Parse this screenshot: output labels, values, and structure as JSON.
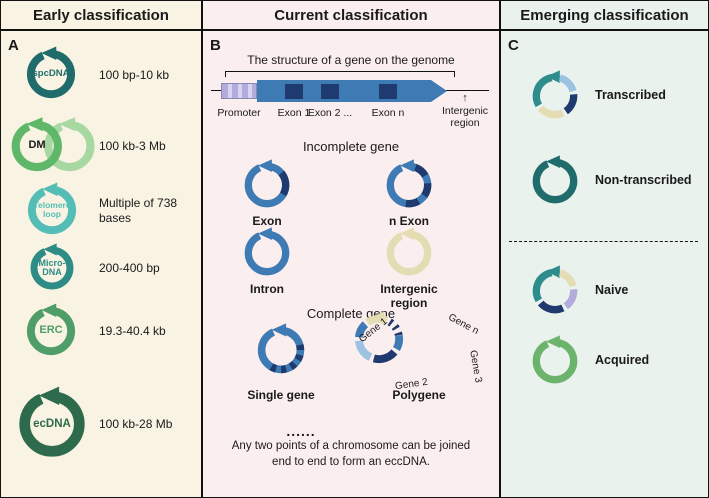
{
  "colors": {
    "ink": "#1a1a1a",
    "creambg": "#f8f3e2",
    "pinkbg": "#fbeeef",
    "mintbg": "#e9f2ec",
    "spcdna": "#206b6b",
    "dm1": "#5fb86a",
    "dm2": "#a7d8a2",
    "telomere": "#54bdb6",
    "microdna": "#2e8c87",
    "erc": "#4f9d68",
    "ecdna": "#2e6b4c",
    "green": "#6cb36c",
    "teal": "#2e8c8c",
    "blue": "#3e7ab4",
    "navy": "#1f3a6e",
    "lightblue": "#9cc3e2",
    "beige": "#e4dcb2",
    "lavender": "#b3abdc",
    "lavenderlight": "#d8d4ef"
  },
  "headers": {
    "early": "Early classification",
    "current": "Current classification",
    "emerging": "Emerging classification"
  },
  "panel_a": {
    "label": "A",
    "items": [
      {
        "name": "spcDNA",
        "size": "100 bp-10 kb"
      },
      {
        "name": "DM",
        "size": "100 kb-3 Mb"
      },
      {
        "name": "Telomere loop",
        "size": "Multiple of 738 bases"
      },
      {
        "name": "Micro-DNA",
        "size": "200-400 bp"
      },
      {
        "name": "ERC",
        "size": "19.3-40.4 kb"
      },
      {
        "name": "ecDNA",
        "size": "100 kb-28 Mb"
      }
    ]
  },
  "panel_b": {
    "label": "B",
    "structure_title": "The structure of a gene on the genome",
    "gene_labels": {
      "promoter": "Promoter",
      "exon1": "Exon 1",
      "exon2": "Exon 2 ...",
      "exonn": "Exon n",
      "intergenic": "Intergenic region"
    },
    "incomplete_title": "Incomplete gene",
    "circles": {
      "exon": "Exon",
      "n_exon": "n Exon",
      "intron": "Intron",
      "intergenic_region": "Intergenic region"
    },
    "complete_title": "Complete gene",
    "single_gene": "Single gene",
    "polygene": "Polygene",
    "gene_ring_labels": {
      "gene1": "Gene 1",
      "gene2": "Gene 2",
      "gene3": "Gene 3",
      "genen": "Gene n"
    },
    "dots": "......",
    "note": "Any two points of a chromosome can be joined end to end to form an eccDNA."
  },
  "panel_c": {
    "label": "C",
    "items": [
      {
        "name": "Transcribed"
      },
      {
        "name": "Non-transcribed"
      },
      {
        "name": "Naive"
      },
      {
        "name": "Acquired"
      }
    ]
  }
}
